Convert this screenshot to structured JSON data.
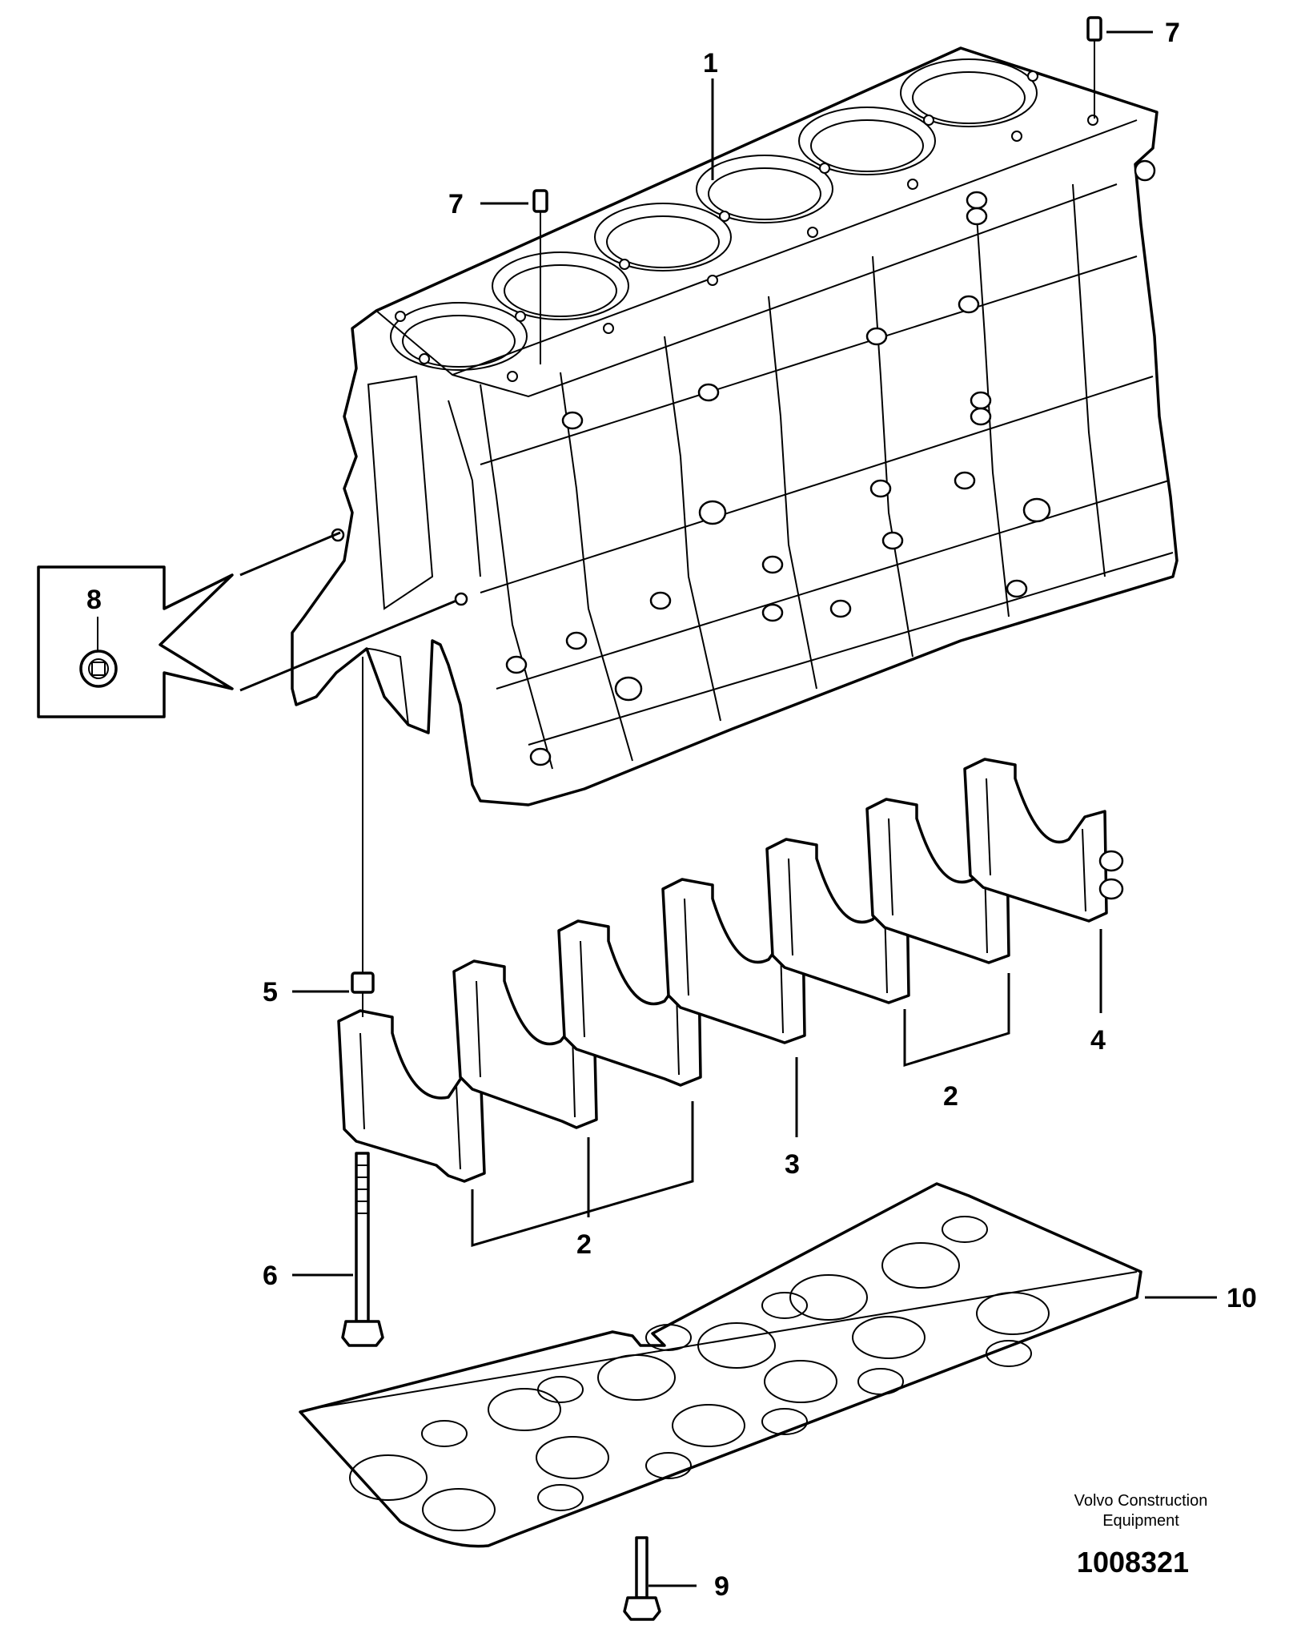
{
  "diagram": {
    "callouts": [
      "1",
      "7",
      "7",
      "8",
      "5",
      "6",
      "2",
      "2",
      "3",
      "4",
      "10",
      "9"
    ]
  },
  "footer": {
    "company_line1": "Volvo Construction",
    "company_line2": "Equipment",
    "drawing_number": "1008321"
  }
}
